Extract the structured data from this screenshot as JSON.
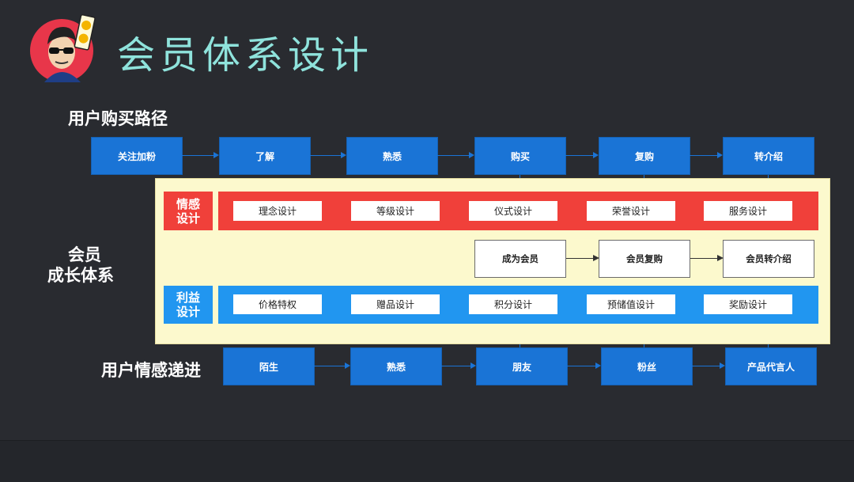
{
  "header": {
    "title": "会员体系设计"
  },
  "labels": {
    "purchase_path": "用户购买路径",
    "member_system_line1": "会员",
    "member_system_line2": "成长体系",
    "emotion_path": "用户情感递进"
  },
  "purchase_path": [
    "关注加粉",
    "了解",
    "熟悉",
    "购买",
    "复购",
    "转介绍"
  ],
  "emotion_band": {
    "label_line1": "情感",
    "label_line2": "设计",
    "items": [
      "理念设计",
      "等级设计",
      "仪式设计",
      "荣誉设计",
      "服务设计"
    ],
    "color": "#f0403a"
  },
  "member_flow": [
    "成为会员",
    "会员复购",
    "会员转介绍"
  ],
  "benefit_band": {
    "label_line1": "利益",
    "label_line2": "设计",
    "items": [
      "价格特权",
      "赠品设计",
      "积分设计",
      "预储值设计",
      "奖励设计"
    ],
    "color": "#2196f0"
  },
  "emotion_path": [
    "陌生",
    "熟悉",
    "朋友",
    "粉丝",
    "产品代言人"
  ],
  "colors": {
    "accent_blue": "#1a74d6",
    "title_teal": "#8fe3dc",
    "panel_yellow": "#fcf9cd"
  }
}
